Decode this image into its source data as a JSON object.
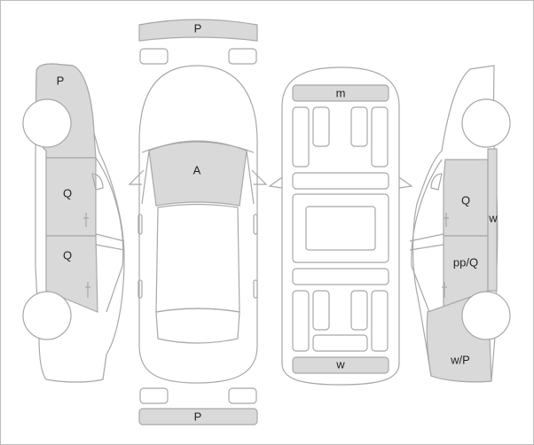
{
  "colors": {
    "outline": "#a8a8a8",
    "damage_fill": "#d9d9d9",
    "body_fill": "#ffffff",
    "text": "#222222"
  },
  "marks": {
    "front_bumper": "P",
    "rear_bumper": "P",
    "windshield": "A",
    "roof_front": "m",
    "roof_rear": "w",
    "left_front_fender": "P",
    "left_front_door": "Q",
    "left_rear_door": "Q",
    "right_front_door": "Q",
    "right_rear_door": "pp/Q",
    "right_rear_quarter": "w/P",
    "right_rocker": "w"
  }
}
